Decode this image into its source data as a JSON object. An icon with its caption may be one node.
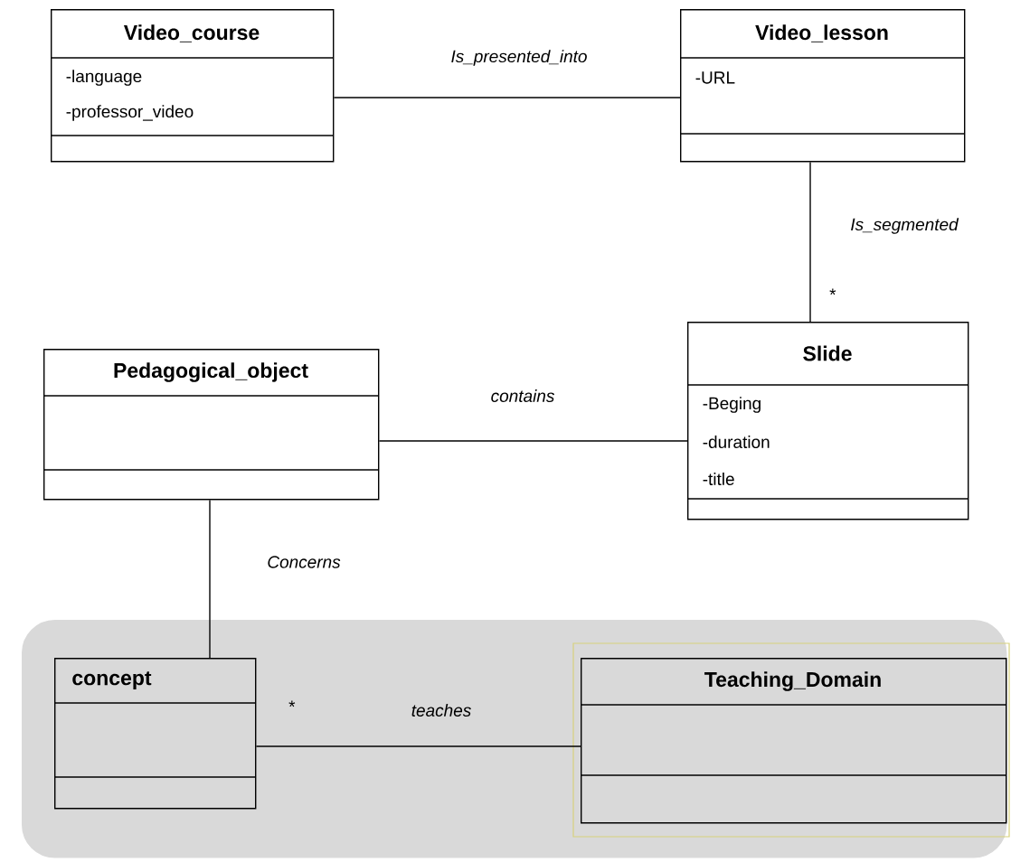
{
  "diagram": {
    "nodes": [
      {
        "text": [
          "Video_course",
          "-language",
          "-professor_video"
        ]
      },
      {
        "text": [
          "Video_lesson",
          "-URL"
        ]
      },
      {
        "text": [
          "Slide",
          "-Beging",
          "-duration",
          "-title"
        ]
      },
      {
        "text": [
          "Pedagogical_object"
        ]
      },
      {
        "text": [],
        "shape": "box"
      },
      {
        "text": [
          "concept"
        ],
        "in": 4
      },
      {
        "text": [
          "Teaching_Domain"
        ],
        "in": 4
      }
    ],
    "edges": [
      {
        "from": 0,
        "to": 1,
        "arrow": "none",
        "label": "Is_presented_into"
      },
      {
        "from": 1,
        "to": 2,
        "arrow": "none",
        "label": "Is_segmented"
      },
      {
        "from": 3,
        "to": 2,
        "arrow": "none",
        "label": "contains"
      },
      {
        "from": 3,
        "to": 5,
        "arrow": "none",
        "label": "Concerns"
      },
      {
        "from": 5,
        "to": 6,
        "arrow": "none",
        "label": "teaches"
      }
    ],
    "labels": [
      "*",
      "*"
    ]
  }
}
